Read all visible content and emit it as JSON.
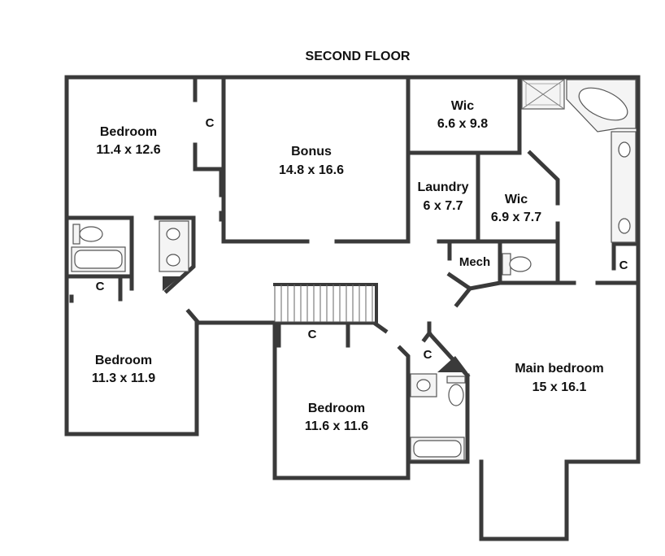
{
  "title": "SECOND FLOOR",
  "rooms": {
    "bedroom_nw": {
      "name": "Bedroom",
      "dims": "11.4 x 12.6"
    },
    "bonus": {
      "name": "Bonus",
      "dims": "14.8 x 16.6"
    },
    "wic_top": {
      "name": "Wic",
      "dims": "6.6 x 9.8"
    },
    "laundry": {
      "name": "Laundry",
      "dims": "6 x 7.7"
    },
    "wic_mid": {
      "name": "Wic",
      "dims": "6.9 x 7.7"
    },
    "mech": {
      "name": "Mech"
    },
    "bedroom_sw": {
      "name": "Bedroom",
      "dims": "11.3 x 11.9"
    },
    "bedroom_s": {
      "name": "Bedroom",
      "dims": "11.6 x 11.6"
    },
    "main_bedroom": {
      "name": "Main bedroom",
      "dims": "15 x 16.1"
    }
  },
  "closets": {
    "c1": "C",
    "c2": "C",
    "c3": "C",
    "c4": "C",
    "c5": "C"
  },
  "colors": {
    "wall": "#3a3a3a",
    "fixture_fill": "#f4f4f4",
    "text": "#111111"
  }
}
